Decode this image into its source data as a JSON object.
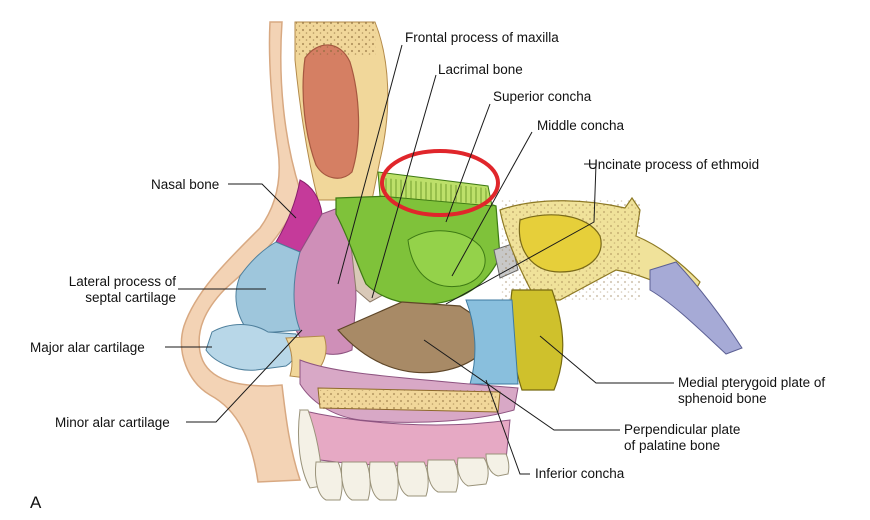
{
  "labels": {
    "frontal_process": "Frontal process of maxilla",
    "lacrimal_bone": "Lacrimal bone",
    "superior_concha": "Superior concha",
    "middle_concha": "Middle concha",
    "uncinate_process": "Uncinate process of ethmoid",
    "nasal_bone": "Nasal bone",
    "lateral_process_l1": "Lateral process of",
    "lateral_process_l2": "septal cartilage",
    "major_alar": "Major alar cartilage",
    "minor_alar": "Minor alar cartilage",
    "medial_pterygoid_l1": "Medial pterygoid plate of",
    "medial_pterygoid_l2": "sphenoid bone",
    "perpendicular_l1": "Perpendicular plate",
    "perpendicular_l2": "of palatine bone",
    "inferior_concha": "Inferior concha"
  },
  "panel_letter": "A",
  "highlight": {
    "shape": "ellipse",
    "color": "#e0262b",
    "target": "Superior concha"
  },
  "colors": {
    "skin": "#f3d3b5",
    "frontal_sinus": "#d57f63",
    "ethmoid_green": "#7fc23a",
    "nasal_bone_magenta": "#c53a9a",
    "maxilla_pink": "#cf8fb8",
    "cartilage_blue": "#9ec6dc",
    "palatine_blue": "#89bfdd",
    "sphenoid_yellow": "#d8c94a",
    "pterygoid_lavender": "#a6aad6",
    "inferior_concha_tan": "#a88a66",
    "tooth": "#f4f1e6"
  }
}
